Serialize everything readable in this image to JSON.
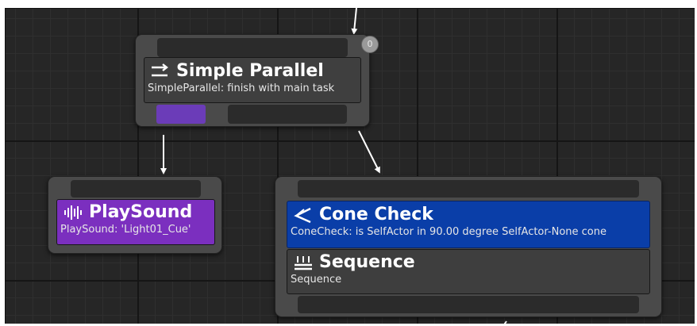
{
  "nodes": {
    "simple_parallel": {
      "title": "Simple Parallel",
      "subtitle": "SimpleParallel: finish with main task",
      "icon": "parallel-arrows-icon",
      "badge": "0",
      "main_pin_color": "#6b3cb8"
    },
    "play_sound": {
      "title": "PlaySound",
      "subtitle": "PlaySound: 'Light01_Cue'",
      "icon": "sound-wave-icon",
      "color": "#7b2fbf"
    },
    "cone_check": {
      "title": "Cone Check",
      "subtitle": "ConeCheck: is SelfActor in 90.00 degree SelfActor-None cone",
      "icon": "cone-icon",
      "color": "#0a3ea8"
    },
    "sequence": {
      "title": "Sequence",
      "subtitle": "Sequence",
      "icon": "sequence-icon"
    }
  }
}
